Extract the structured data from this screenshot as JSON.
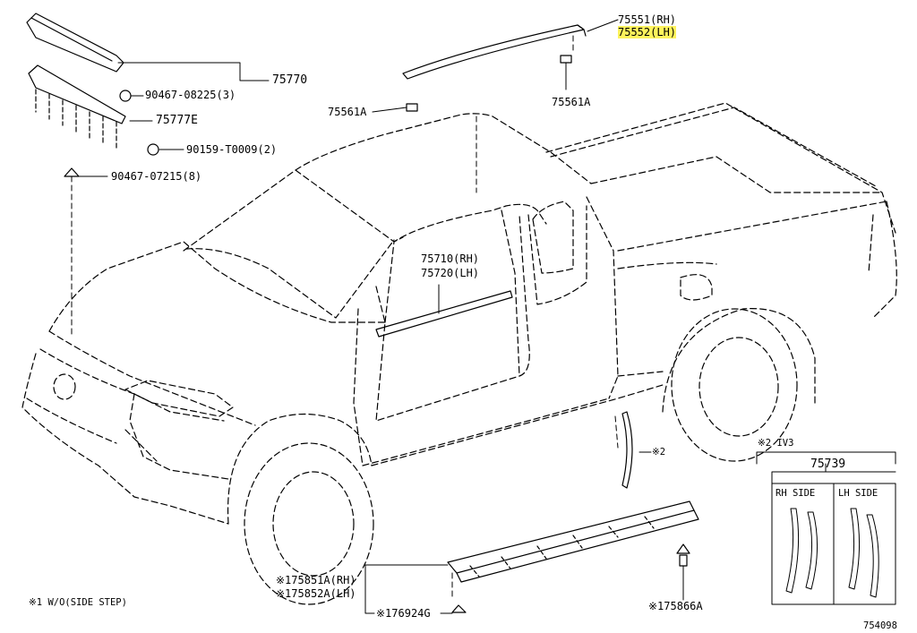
{
  "diagram": {
    "labels": {
      "l_75551": "75551(RH)",
      "l_75552": "75552(LH)",
      "l_75561a_top": "75561A",
      "l_75561a_left": "75561A",
      "l_75770": "75770",
      "l_90467_08225": "90467-08225(3)",
      "l_75777e": "75777E",
      "l_90159": "90159-T0009(2)",
      "l_90467_07215": "90467-07215(8)",
      "l_75710": "75710(RH)",
      "l_75720": "75720(LH)",
      "l_mark2_door": "※2",
      "l_note2_iv3": "※2 IV3",
      "l_75739": "75739",
      "l_rh_side": "RH SIDE",
      "l_lh_side": "LH SIDE",
      "l_75851a": "※175851A(RH)",
      "l_75852a": "※175852A(LH)",
      "l_76924g": "※176924G",
      "l_75866a": "※175866A",
      "l_note1": "※1 W/O(SIDE STEP)",
      "l_diagram_no": "754098"
    },
    "highlight_color": "#fff35c",
    "line_color": "#000000"
  }
}
